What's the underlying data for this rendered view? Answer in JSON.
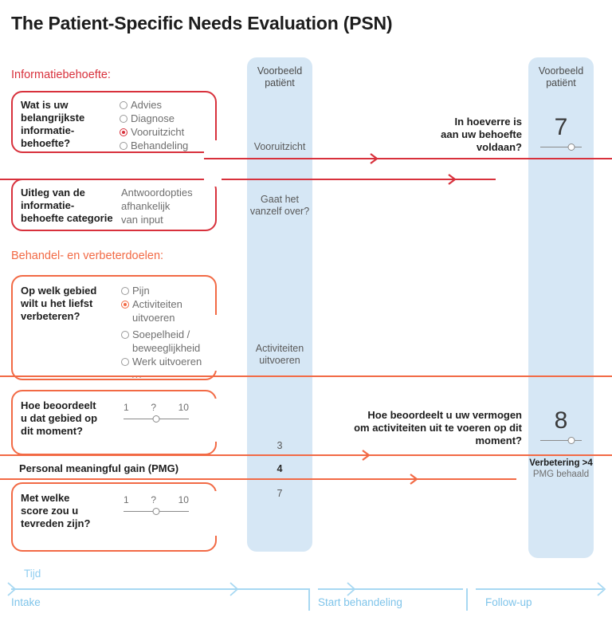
{
  "page": {
    "title": "The Patient-Specific Needs Evaluation (PSN)"
  },
  "colors": {
    "red": "#d8313c",
    "orange": "#f26a45",
    "patient_column": "#d6e7f5",
    "timeline": "#a7d8f2",
    "text": "#1d1d1d",
    "muted": "#6f6f6f"
  },
  "sections": [
    {
      "id": "information-need",
      "label": "Informatiebehoefte:",
      "color": "#d8313c"
    },
    {
      "id": "treatment-goals",
      "label": "Behandel- en verbeterdoelen:",
      "color": "#f26a45"
    }
  ],
  "patient_columns": [
    {
      "id": "intake",
      "header_line1": "Voorbeeld",
      "header_line2": "patiënt",
      "values": {
        "information_need": "Vooruitzicht",
        "explanation": "Gaat het\nvanzelf over?",
        "explanation_line1": "Gaat het",
        "explanation_line2": "vanzelf over?",
        "improvement_area_line1": "Activiteiten",
        "improvement_area_line2": "uitvoeren",
        "current_score": "3",
        "pmg": "4",
        "target_score": "7"
      }
    },
    {
      "id": "follow-up",
      "header_line1": "Voorbeeld",
      "header_line2": "patiënt",
      "values": {
        "need_fulfilled_score": "7",
        "ability_score": "8",
        "improvement_line1": "Verbetering >4",
        "improvement_line2": "PMG behaald"
      }
    }
  ],
  "cards": [
    {
      "id": "main-information-need",
      "question_lines": [
        "Wat is uw",
        "belangrijkste",
        "informatie-",
        "behoefte?"
      ],
      "options": [
        {
          "label": "Advies",
          "selected": false
        },
        {
          "label": "Diagnose",
          "selected": false
        },
        {
          "label": "Vooruitzicht",
          "selected": true
        },
        {
          "label": "Behandeling",
          "selected": false
        }
      ]
    },
    {
      "id": "explanation-category",
      "question_lines": [
        "Uitleg van de",
        "informatie-",
        "behoefte categorie"
      ],
      "body_lines": [
        "Antwoordopties",
        "afhankelijk",
        "van input"
      ]
    },
    {
      "id": "improvement-area",
      "question_lines": [
        "Op welk gebied",
        "wilt u het liefst",
        "verbeteren?"
      ],
      "options": [
        {
          "label": "Pijn",
          "selected": false
        },
        {
          "label": "Activiteiten uitvoeren",
          "selected": true
        },
        {
          "label": "Soepelheid / beweeglijkheid",
          "selected": false
        },
        {
          "label": "Werk uitvoeren",
          "selected": false
        }
      ],
      "more": "..."
    },
    {
      "id": "current-rating",
      "question_lines": [
        "Hoe beoordeelt",
        "u dat gebied op",
        "dit moment?"
      ],
      "slider": {
        "min": "1",
        "current": "?",
        "max": "10"
      }
    },
    {
      "id": "target-rating",
      "question_lines": [
        "Met welke",
        "score zou u",
        "tevreden zijn?"
      ],
      "slider": {
        "min": "1",
        "current": "?",
        "max": "10"
      }
    }
  ],
  "pmg_row": {
    "label": "Personal meaningful gain (PMG)"
  },
  "followup_questions": [
    {
      "id": "need-fulfilled",
      "lines": [
        "In hoeverre is",
        "aan uw behoefte",
        "voldaan?"
      ],
      "score": "7"
    },
    {
      "id": "ability-rating",
      "lines": [
        "Hoe beoordeelt u uw vermogen",
        "om activiteiten uit te voeren op dit",
        "moment?"
      ],
      "score": "8"
    }
  ],
  "timeline": {
    "axis_label": "Tijd",
    "phases": [
      {
        "id": "intake",
        "label": "Intake"
      },
      {
        "id": "start-treatment",
        "label": "Start behandeling"
      },
      {
        "id": "follow-up",
        "label": "Follow-up"
      }
    ]
  }
}
